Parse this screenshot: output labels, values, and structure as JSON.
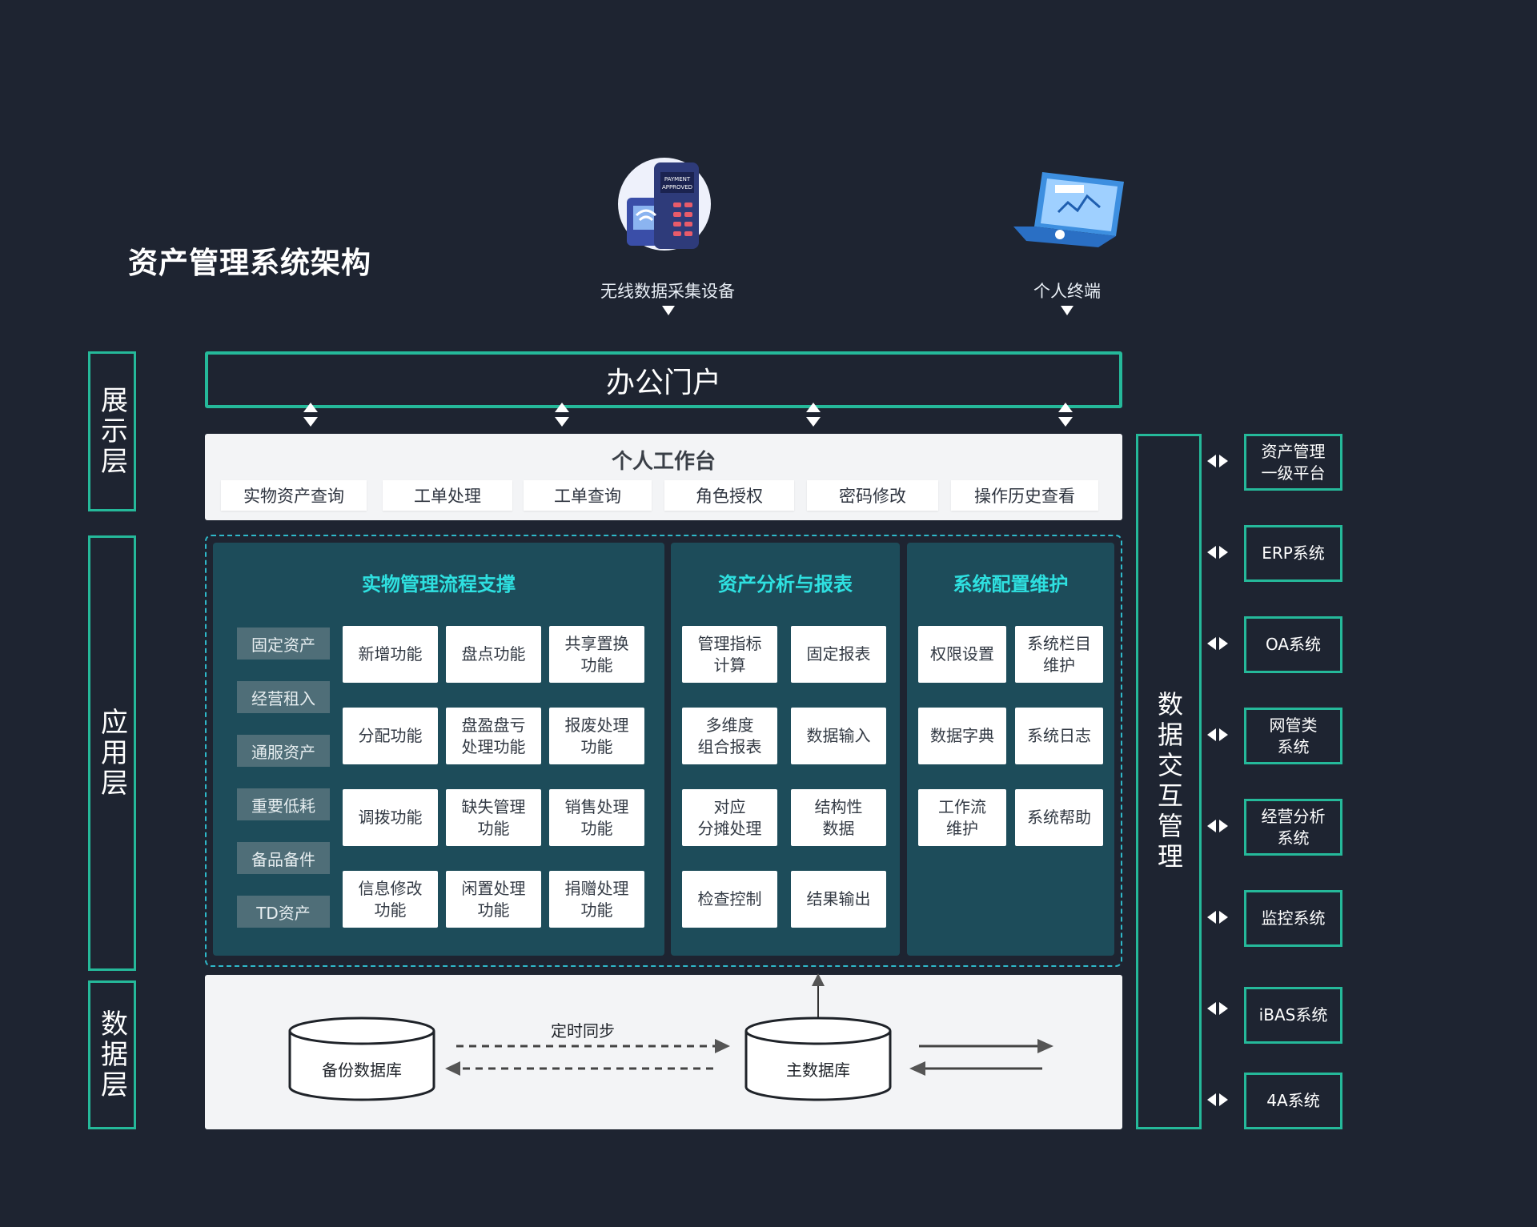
{
  "title": "资产管理系统架构",
  "devices": [
    {
      "label": "无线数据采集设备",
      "icon": "payment-terminal-icon",
      "screen_text": "PAYMENT APPROVED"
    },
    {
      "label": "个人终端",
      "icon": "laptop-icon"
    }
  ],
  "layers": {
    "display": "展示层",
    "application": "应用层",
    "data": "数据层"
  },
  "portal": "办公门户",
  "workbench": {
    "title": "个人工作台",
    "items": [
      "实物资产查询",
      "工单处理",
      "工单查询",
      "角色授权",
      "密码修改",
      "操作历史查看"
    ]
  },
  "panels": [
    {
      "title": "实物管理流程支撑",
      "categories": [
        "固定资产",
        "经营租入",
        "通服资产",
        "重要低耗",
        "备品备件",
        "TD资产"
      ],
      "boxes": [
        "新增功能",
        "盘点功能",
        "共享置换\n功能",
        "分配功能",
        "盘盈盘亏\n处理功能",
        "报废处理\n功能",
        "调拨功能",
        "缺失管理\n功能",
        "销售处理\n功能",
        "信息修改\n功能",
        "闲置处理\n功能",
        "捐赠处理\n功能"
      ]
    },
    {
      "title": "资产分析与报表",
      "boxes": [
        "管理指标\n计算",
        "固定报表",
        "多维度\n组合报表",
        "数据输入",
        "对应\n分摊处理",
        "结构性\n数据",
        "检查控制",
        "结果输出"
      ]
    },
    {
      "title": "系统配置维护",
      "boxes": [
        "权限设置",
        "系统栏目\n维护",
        "数据字典",
        "系统日志",
        "工作流\n维护",
        "系统帮助"
      ]
    }
  ],
  "data_layer": {
    "backup_db": "备份数据库",
    "main_db": "主数据库",
    "sync_label": "定时同步"
  },
  "exchange": "数据交互管理",
  "external_systems": [
    "资产管理\n一级平台",
    "ERP系统",
    "OA系统",
    "网管类\n系统",
    "经营分析\n系统",
    "监控系统",
    "iBAS系统",
    "4A系统"
  ],
  "colors": {
    "background": "#1e2431",
    "accent_green": "#25b99a",
    "panel": "#1d4c5a",
    "panel_title": "#2ee0e0",
    "dashed_border": "#2fb8c9"
  }
}
